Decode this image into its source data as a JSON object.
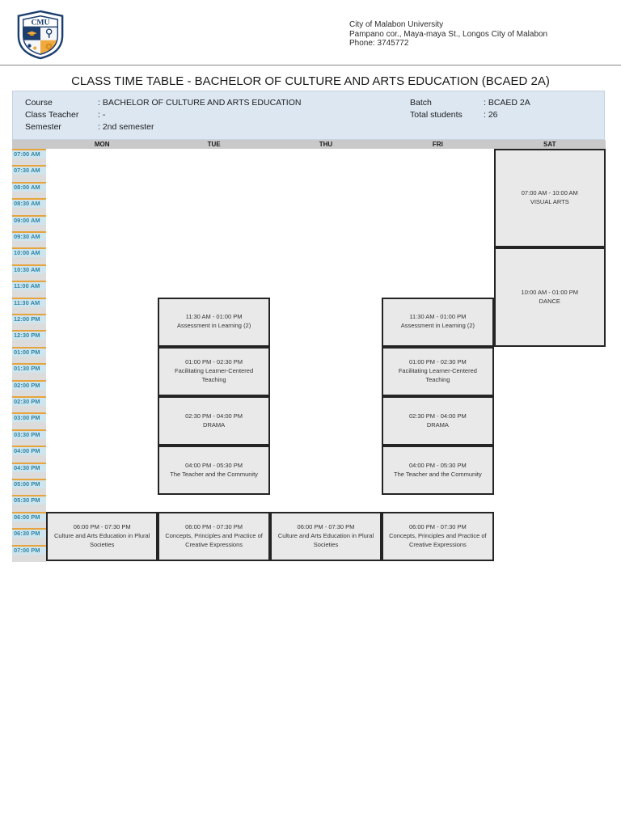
{
  "header": {
    "logo_text": "CMU",
    "university": "City of Malabon University",
    "address": "Pampano cor., Maya-maya St., Longos City of Malabon",
    "phone": "Phone: 3745772"
  },
  "title": "CLASS TIME TABLE - BACHELOR OF CULTURE AND ARTS EDUCATION (BCAED 2A)",
  "info": {
    "course_label": "Course",
    "course_value": ": BACHELOR OF CULTURE AND ARTS EDUCATION",
    "teacher_label": "Class Teacher",
    "teacher_value": ": -",
    "semester_label": "Semester",
    "semester_value": ": 2nd semester",
    "batch_label": "Batch",
    "batch_value": ": BCAED 2A",
    "students_label": "Total students",
    "students_value": ": 26"
  },
  "timetable": {
    "days": [
      "MON",
      "TUE",
      "THU",
      "FRI",
      "SAT"
    ],
    "times": [
      "07:00 AM",
      "07:30 AM",
      "08:00 AM",
      "08:30 AM",
      "09:00 AM",
      "09:30 AM",
      "10:00 AM",
      "10:30 AM",
      "11:00 AM",
      "11:30 AM",
      "12:00 PM",
      "12:30 PM",
      "01:00 PM",
      "01:30 PM",
      "02:00 PM",
      "02:30 PM",
      "03:00 PM",
      "03:30 PM",
      "04:00 PM",
      "04:30 PM",
      "05:00 PM",
      "05:30 PM",
      "06:00 PM",
      "06:30 PM",
      "07:00 PM"
    ],
    "events": [
      {
        "day": "SAT",
        "start": "07:00",
        "end": "10:00",
        "time_text": "07:00 AM - 10:00 AM",
        "subject": "VISUAL ARTS"
      },
      {
        "day": "SAT",
        "start": "10:00",
        "end": "13:00",
        "time_text": "10:00 AM - 01:00 PM",
        "subject": "DANCE"
      },
      {
        "day": "TUE",
        "start": "11:30",
        "end": "13:00",
        "time_text": "11:30 AM - 01:00 PM",
        "subject": "Assessment in Learning (2)"
      },
      {
        "day": "FRI",
        "start": "11:30",
        "end": "13:00",
        "time_text": "11:30 AM - 01:00 PM",
        "subject": "Assessment in Learning (2)"
      },
      {
        "day": "TUE",
        "start": "13:00",
        "end": "14:30",
        "time_text": "01:00 PM - 02:30 PM",
        "subject": "Facilitating Learner-Centered Teaching"
      },
      {
        "day": "FRI",
        "start": "13:00",
        "end": "14:30",
        "time_text": "01:00 PM - 02:30 PM",
        "subject": "Facilitating Learner-Centered Teaching"
      },
      {
        "day": "TUE",
        "start": "14:30",
        "end": "16:00",
        "time_text": "02:30 PM - 04:00 PM",
        "subject": "DRAMA"
      },
      {
        "day": "FRI",
        "start": "14:30",
        "end": "16:00",
        "time_text": "02:30 PM - 04:00 PM",
        "subject": "DRAMA"
      },
      {
        "day": "TUE",
        "start": "16:00",
        "end": "17:30",
        "time_text": "04:00 PM - 05:30 PM",
        "subject": "The Teacher and the Community"
      },
      {
        "day": "FRI",
        "start": "16:00",
        "end": "17:30",
        "time_text": "04:00 PM - 05:30 PM",
        "subject": "The Teacher and the Community"
      },
      {
        "day": "MON",
        "start": "18:00",
        "end": "19:30",
        "time_text": "06:00 PM - 07:30 PM",
        "subject": "Culture and Arts Education in Plural Societies"
      },
      {
        "day": "TUE",
        "start": "18:00",
        "end": "19:30",
        "time_text": "06:00 PM - 07:30 PM",
        "subject": "Concepts, Principles and Practice of Creative Expressions"
      },
      {
        "day": "THU",
        "start": "18:00",
        "end": "19:30",
        "time_text": "06:00 PM - 07:30 PM",
        "subject": "Culture and Arts Education in Plural Societies"
      },
      {
        "day": "FRI",
        "start": "18:00",
        "end": "19:30",
        "time_text": "06:00 PM - 07:30 PM",
        "subject": "Concepts, Principles and Practice of Creative Expressions"
      }
    ]
  },
  "colors": {
    "accent_orange": "#E7A33D",
    "time_text": "#2D87A9",
    "time_chip_bg": "#CFE5EE",
    "panel_bg": "#DCE7F2",
    "block_bg": "#E9E9E9",
    "block_border": "#242424",
    "day_header_bg": "#C9C9C9",
    "time_col_bg": "#DCDCDC",
    "logo_navy": "#1C3E6E",
    "logo_gold": "#F0AA3F"
  }
}
